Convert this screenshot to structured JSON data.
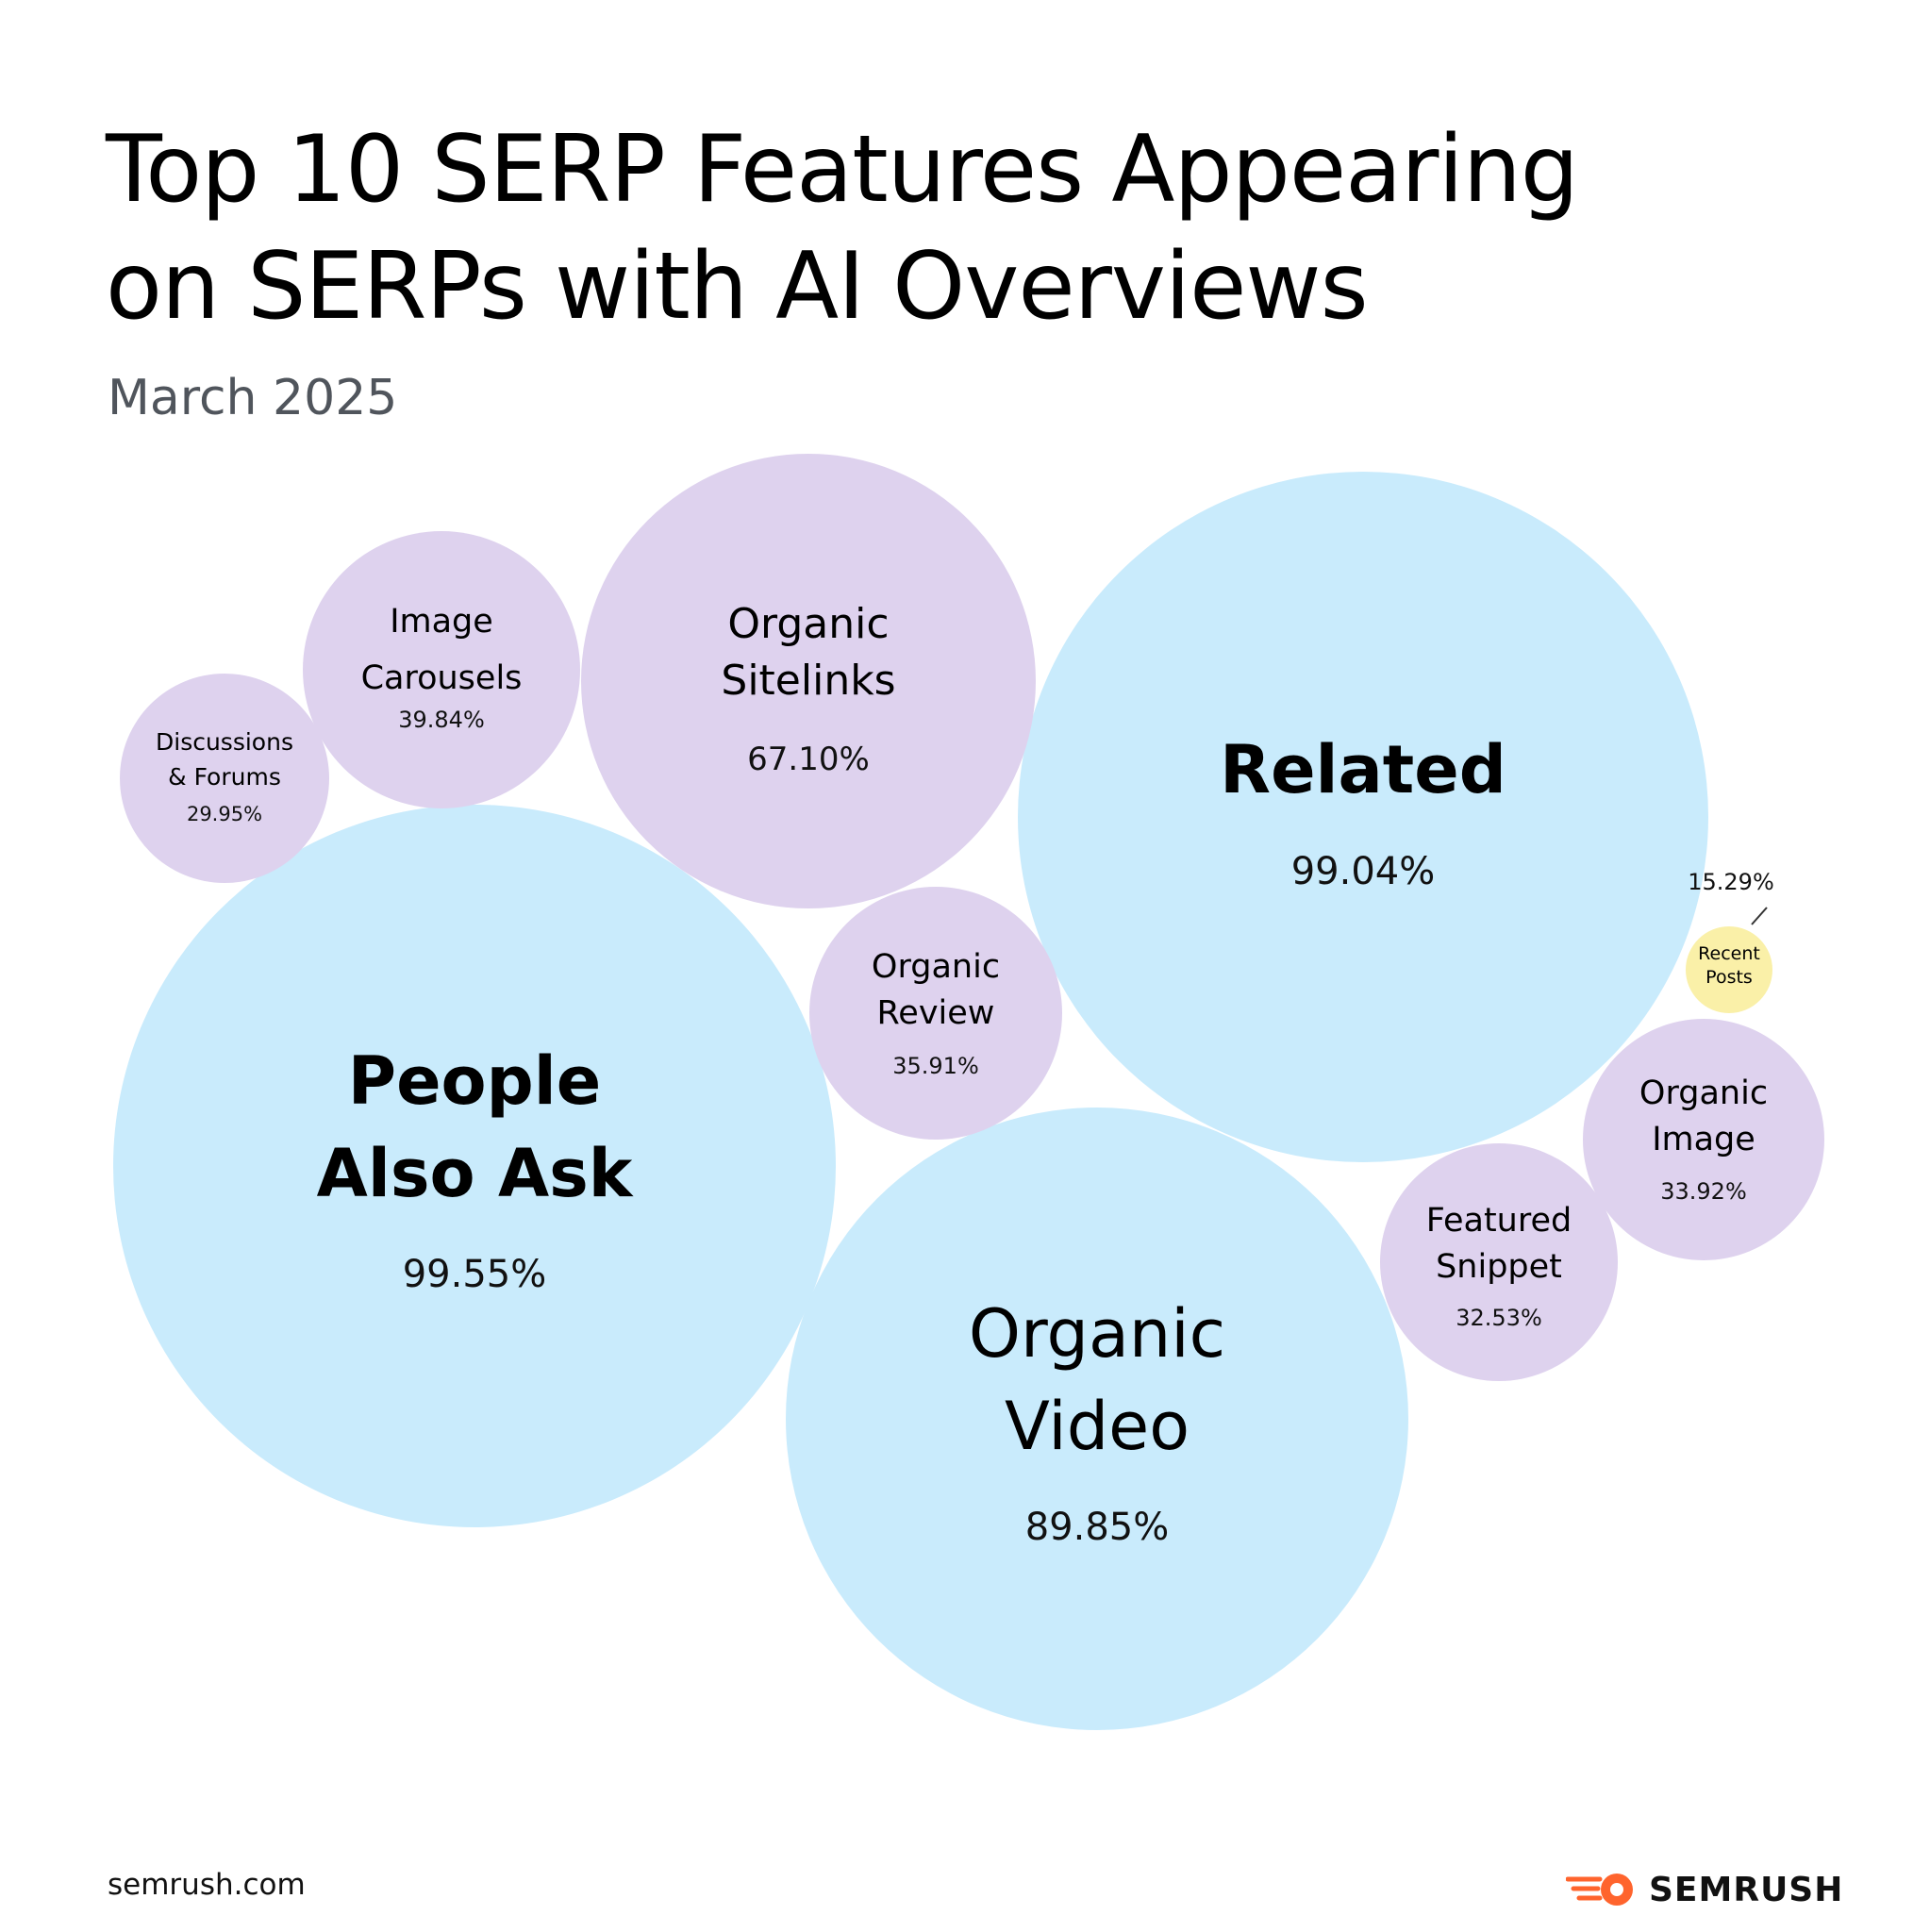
{
  "title_line1": "Top 10 SERP Features Appearing",
  "title_line2": "on SERPs with AI Overviews",
  "subtitle": "March 2025",
  "footer": {
    "site": "semrush.com",
    "brand": "SEMRUSH"
  },
  "colors": {
    "blue": "#c9ebfc",
    "purple": "#ded2ee",
    "yellow": "#faf0a8",
    "brand_orange": "#ff642d"
  },
  "icons": {
    "brand_logo": "semrush-fireball-icon"
  },
  "chart_data": {
    "type": "bubble",
    "title": "Top 10 SERP Features Appearing on SERPs with AI Overviews",
    "subtitle": "March 2025",
    "unit": "%",
    "series": [
      {
        "name": "People Also Ask",
        "lines": [
          "People",
          "Also Ask"
        ],
        "value": 99.55,
        "label": "99.55%",
        "color": "blue"
      },
      {
        "name": "Related",
        "lines": [
          "Related"
        ],
        "value": 99.04,
        "label": "99.04%",
        "color": "blue"
      },
      {
        "name": "Organic Video",
        "lines": [
          "Organic",
          "Video"
        ],
        "value": 89.85,
        "label": "89.85%",
        "color": "blue"
      },
      {
        "name": "Organic Sitelinks",
        "lines": [
          "Organic",
          "Sitelinks"
        ],
        "value": 67.1,
        "label": "67.10%",
        "color": "purple"
      },
      {
        "name": "Image Carousels",
        "lines": [
          "Image",
          "Carousels"
        ],
        "value": 39.84,
        "label": "39.84%",
        "color": "purple"
      },
      {
        "name": "Organic Review",
        "lines": [
          "Organic",
          "Review"
        ],
        "value": 35.91,
        "label": "35.91%",
        "color": "purple"
      },
      {
        "name": "Organic Image",
        "lines": [
          "Organic",
          "Image"
        ],
        "value": 33.92,
        "label": "33.92%",
        "color": "purple"
      },
      {
        "name": "Featured Snippet",
        "lines": [
          "Featured",
          "Snippet"
        ],
        "value": 32.53,
        "label": "32.53%",
        "color": "purple"
      },
      {
        "name": "Discussions & Forums",
        "lines": [
          "Discussions",
          "& Forums"
        ],
        "value": 29.95,
        "label": "29.95%",
        "color": "purple"
      },
      {
        "name": "Recent Posts",
        "lines": [
          "Recent",
          "Posts"
        ],
        "value": 15.29,
        "label": "15.29%",
        "color": "yellow"
      }
    ]
  }
}
